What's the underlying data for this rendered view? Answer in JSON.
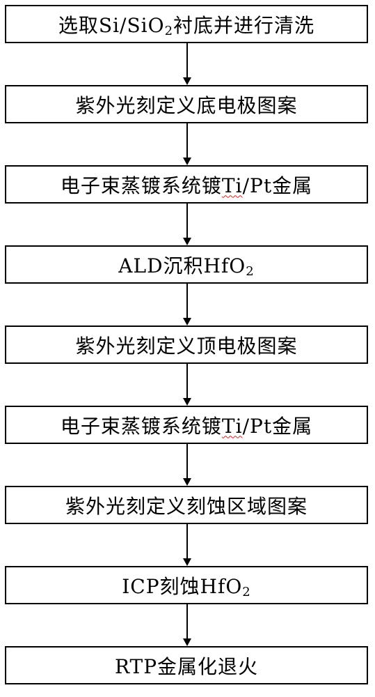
{
  "steps": [
    {
      "pre": "选取Si/SiO",
      "sub": "2",
      "post": "衬底并进行清洗"
    },
    {
      "pre": "紫外光刻定义底电极图案",
      "sub": "",
      "post": ""
    },
    {
      "pre": "电子束蒸镀系统镀",
      "mark": "Ti",
      "sub": "",
      "post": "/Pt金属"
    },
    {
      "pre": "ALD沉积HfO",
      "sub": "2",
      "post": ""
    },
    {
      "pre": "紫外光刻定义顶电极图案",
      "sub": "",
      "post": ""
    },
    {
      "pre": "电子束蒸镀系统镀",
      "mark": "Ti",
      "sub": "",
      "post": "/Pt金属"
    },
    {
      "pre": "紫外光刻定义刻蚀区域图案",
      "sub": "",
      "post": ""
    },
    {
      "pre": "ICP刻蚀HfO",
      "sub": "2",
      "post": ""
    },
    {
      "pre": "RTP金属化退火",
      "sub": "",
      "post": ""
    }
  ]
}
